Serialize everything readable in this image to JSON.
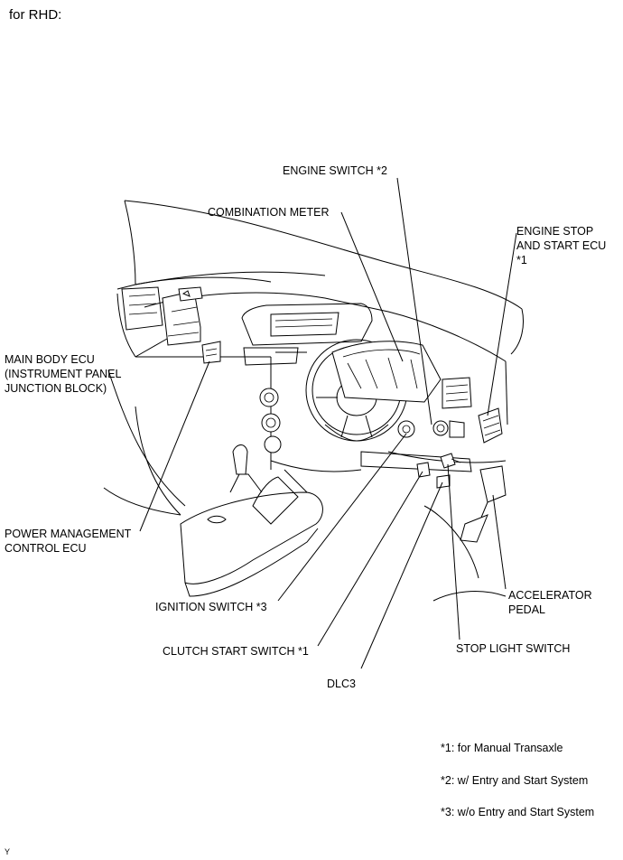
{
  "header": {
    "title": "for RHD:"
  },
  "labels": {
    "engine_switch": "ENGINE SWITCH *2",
    "combination_meter": "COMBINATION METER",
    "engine_stop_ecu": [
      "ENGINE STOP",
      "AND START ECU",
      "*1"
    ],
    "main_body_ecu": [
      "MAIN BODY ECU",
      "(INSTRUMENT PANEL",
      "JUNCTION BLOCK)"
    ],
    "power_management_ecu": [
      "POWER MANAGEMENT",
      "CONTROL ECU"
    ],
    "ignition_switch": "IGNITION SWITCH *3",
    "clutch_start_switch": "CLUTCH START SWITCH *1",
    "dlc3": "DLC3",
    "stop_light_switch": "STOP LIGHT SWITCH",
    "accelerator_pedal": [
      "ACCELERATOR",
      "PEDAL"
    ]
  },
  "footnotes": [
    "*1: for Manual Transaxle",
    "*2: w/ Entry and  Start System",
    "*3: w/o Entry and  Start System"
  ],
  "corner_mark": "Y"
}
